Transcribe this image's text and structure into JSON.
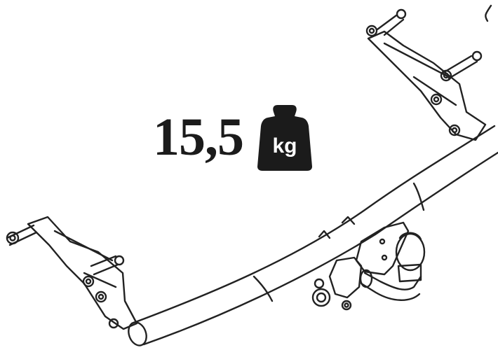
{
  "product": {
    "weight_value": "15,5",
    "weight_unit": "kg"
  },
  "icons": {
    "weight": "kettlebell-weight-icon",
    "product": "tow-bar-hitch-illustration"
  },
  "colors": {
    "ink": "#1b1b1b",
    "paper": "#ffffff",
    "line": "#222222"
  }
}
